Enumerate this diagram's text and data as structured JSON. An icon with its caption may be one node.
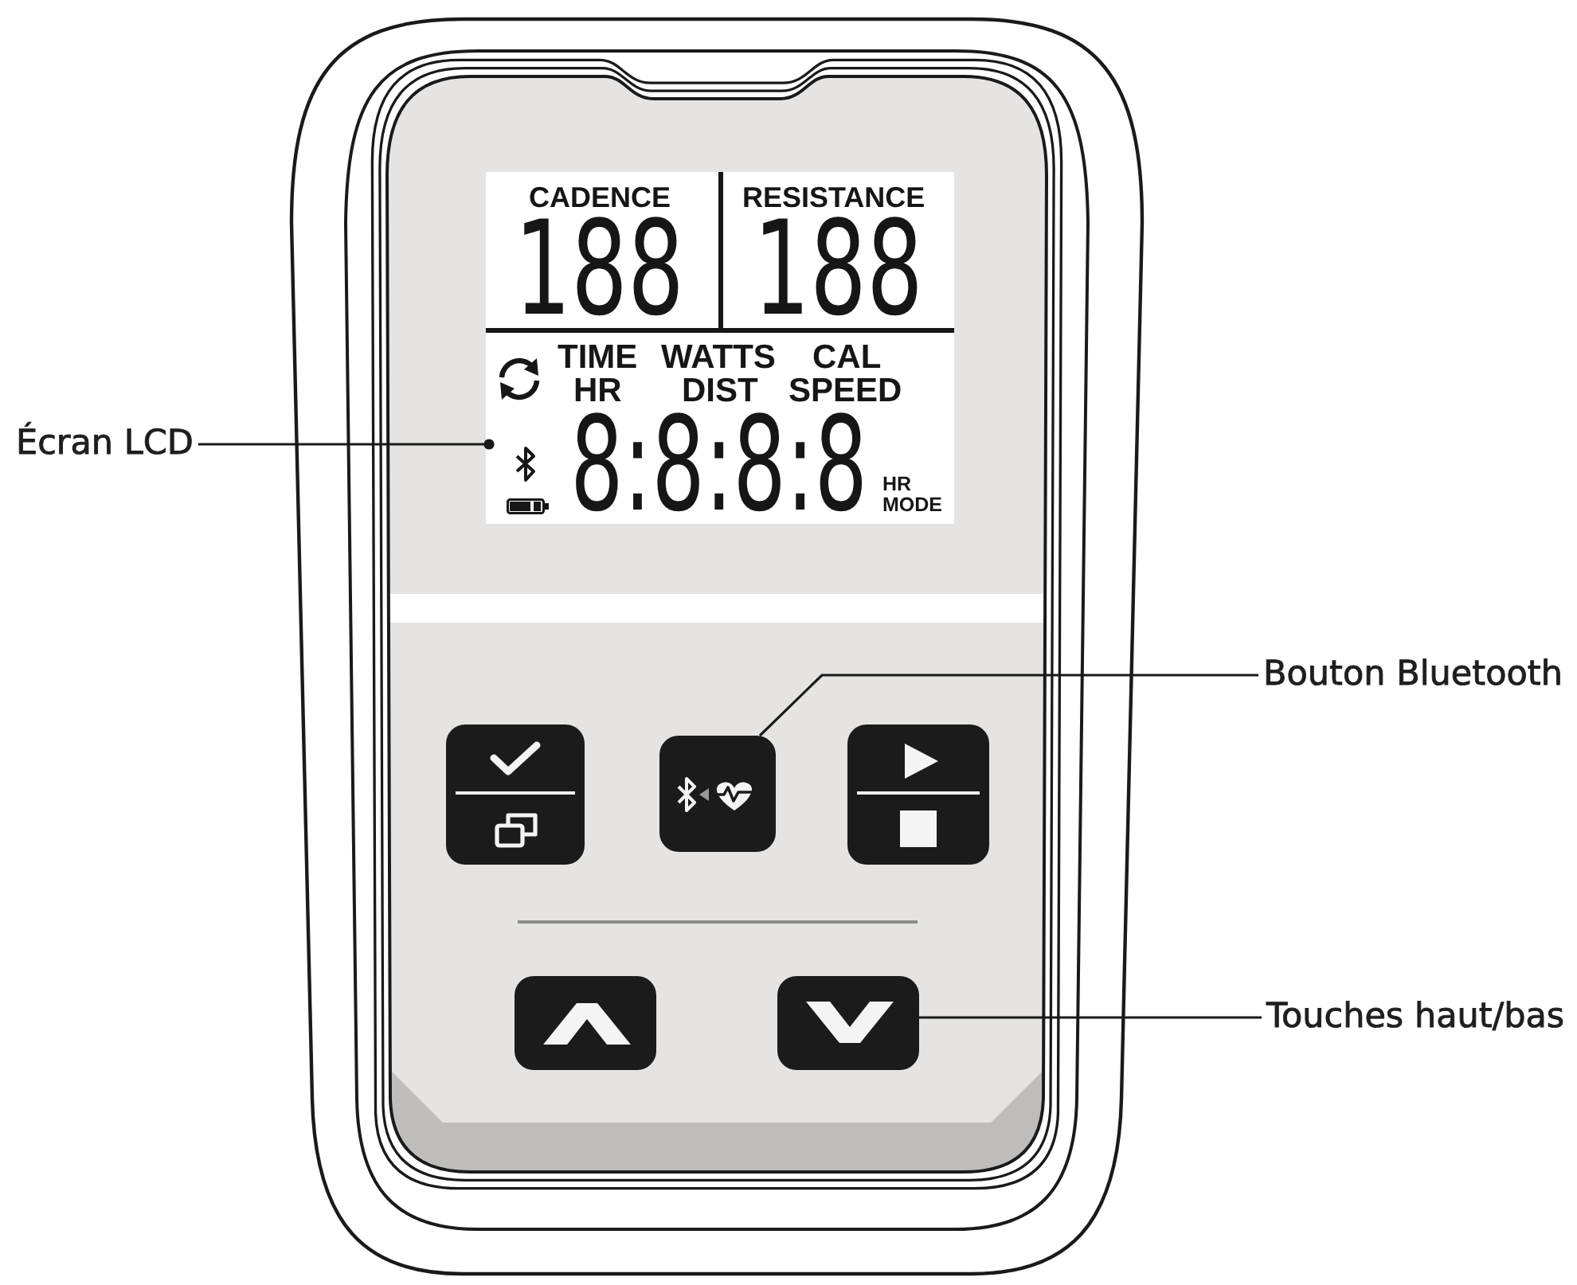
{
  "diagram": {
    "nodes": [
      {
        "text": [
          "Écran LCD"
        ]
      },
      {
        "text": [
          "CADENCE",
          "188",
          "RESISTANCE",
          "188",
          "TIME",
          "WATTS",
          "CAL",
          "HR",
          "DIST",
          "SPEED",
          "8:8:8:8",
          "HR MODE"
        ]
      },
      {
        "text": [
          "Bouton Bluetooth"
        ]
      },
      {
        "text": [],
        "shape": "box"
      },
      {
        "text": [],
        "shape": "box"
      },
      {
        "text": [],
        "shape": "box"
      },
      {
        "text": [],
        "shape": "box"
      },
      {
        "text": [],
        "shape": "box"
      },
      {
        "text": [
          "Touches haut/bas"
        ]
      }
    ],
    "edges": [
      {
        "from": 0,
        "to": 1,
        "arrow": "other"
      },
      {
        "from": 2,
        "to": 4,
        "arrow": "none"
      },
      {
        "from": 8,
        "to": 7,
        "arrow": "none"
      }
    ]
  }
}
